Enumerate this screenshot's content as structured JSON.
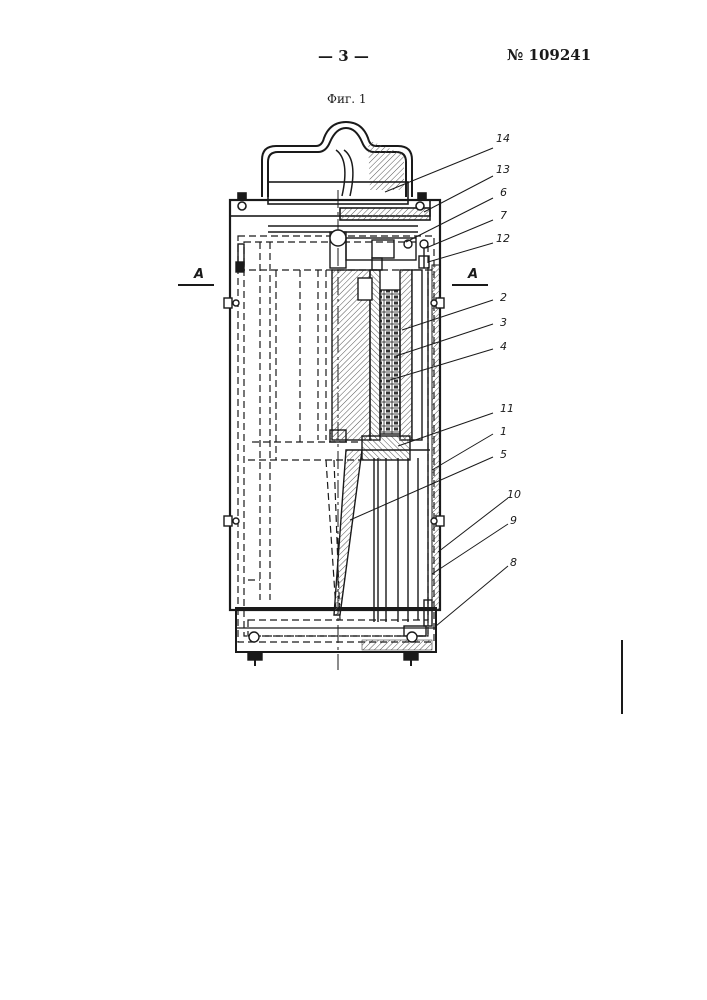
{
  "header": {
    "page_number": "— 3 —",
    "patent_number": "№ 109241"
  },
  "figure": {
    "caption": "Фиг. 1",
    "section_mark_left": "А",
    "section_mark_right": "А",
    "callouts": [
      "14",
      "13",
      "6",
      "7",
      "12",
      "2",
      "3",
      "4",
      "11",
      "1",
      "5",
      "10",
      "9",
      "8"
    ]
  },
  "colors": {
    "ink": "#1a1a1a",
    "hatch": "#555555",
    "paper": "#ffffff"
  }
}
